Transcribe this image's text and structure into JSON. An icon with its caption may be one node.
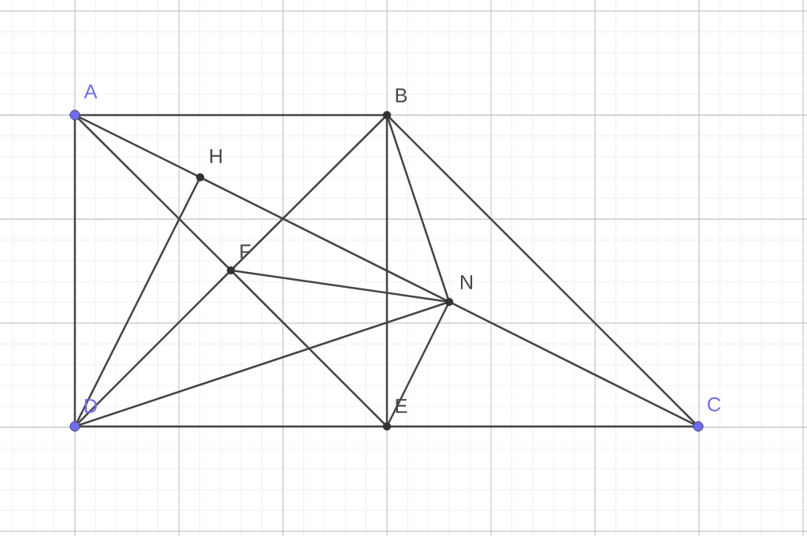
{
  "diagram": {
    "nodes": [
      {
        "text": [
          "A"
        ]
      },
      {
        "text": [
          "B"
        ]
      },
      {
        "text": [
          "C"
        ]
      },
      {
        "text": [
          "D"
        ]
      },
      {
        "text": [
          "E"
        ]
      },
      {
        "text": [
          "F"
        ]
      },
      {
        "text": [
          "H"
        ]
      },
      {
        "text": [
          "N"
        ]
      }
    ],
    "edges": [
      {
        "from": 0,
        "to": 1,
        "arrow": "none"
      },
      {
        "from": 0,
        "to": 3,
        "arrow": "none"
      },
      {
        "from": 3,
        "to": 4,
        "arrow": "none"
      },
      {
        "from": 4,
        "to": 2,
        "arrow": "none"
      },
      {
        "from": 1,
        "to": 4,
        "arrow": "none"
      },
      {
        "from": 1,
        "to": 2,
        "arrow": "none"
      },
      {
        "from": 0,
        "to": 5,
        "arrow": "none"
      },
      {
        "from": 5,
        "to": 4,
        "arrow": "none"
      },
      {
        "from": 1,
        "to": 5,
        "arrow": "none"
      },
      {
        "from": 5,
        "to": 3,
        "arrow": "none"
      },
      {
        "from": 0,
        "to": 6,
        "arrow": "none"
      },
      {
        "from": 6,
        "to": 7,
        "arrow": "none"
      },
      {
        "from": 7,
        "to": 2,
        "arrow": "none"
      },
      {
        "from": 6,
        "to": 3,
        "arrow": "none"
      },
      {
        "from": 5,
        "to": 7,
        "arrow": "none"
      },
      {
        "from": 3,
        "to": 7,
        "arrow": "none"
      },
      {
        "from": 1,
        "to": 7,
        "arrow": "none"
      },
      {
        "from": 7,
        "to": 4,
        "arrow": "none"
      }
    ]
  }
}
